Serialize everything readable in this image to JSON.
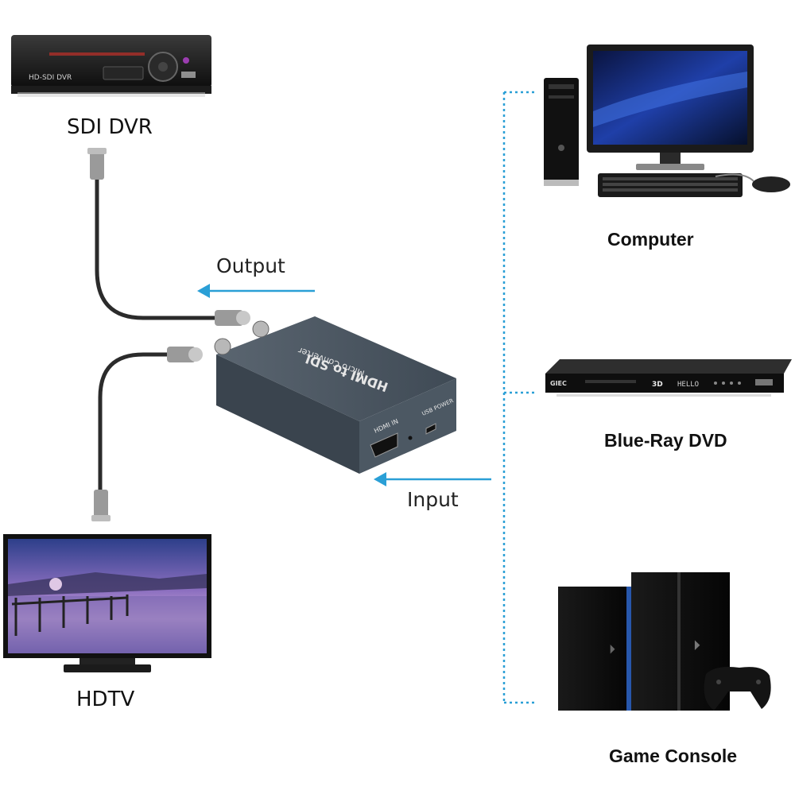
{
  "devices": {
    "sdi_dvr": {
      "label": "SDI DVR",
      "front_text": "HD-SDI DVR"
    },
    "hdtv": {
      "label": "HDTV"
    },
    "computer": {
      "label": "Computer"
    },
    "bluray": {
      "label": "Blue-Ray DVD",
      "brand_text": "GIEC",
      "display_text": "HELLO",
      "badge_text": "3D"
    },
    "game_console": {
      "label": "Game Console"
    }
  },
  "converter": {
    "title": "HDMI to SDI",
    "subtitle": "Micro Converter",
    "port_hdmi": "HDMI IN",
    "port_usb": "USB POWER"
  },
  "flow": {
    "output_label": "Output",
    "input_label": "Input"
  },
  "colors": {
    "arrow": "#2a9fd6",
    "dotted_bus": "#2a9fd6",
    "converter_body": "#4a5560",
    "cable": "#2b2b2b"
  }
}
